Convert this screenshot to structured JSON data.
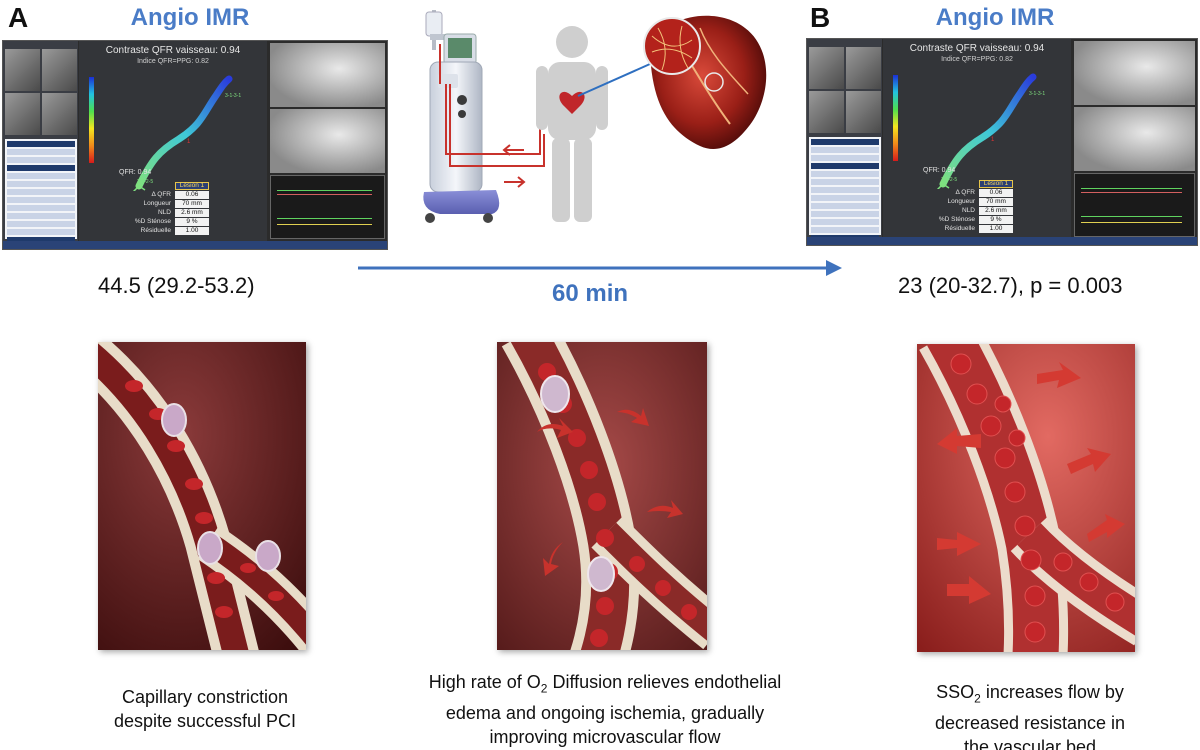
{
  "panels": {
    "a": {
      "letter": "A",
      "title": "Angio IMR",
      "value": "44.5 (29.2-53.2)"
    },
    "b": {
      "letter": "B",
      "title": "Angio IMR",
      "value": "23 (20-32.7), p = 0.003"
    }
  },
  "timeline": {
    "label": "60 min"
  },
  "qfr_screen": {
    "title": "Contraste QFR vaisseau: 0.94",
    "subtitle": "Indice QFR=PPG: 0.82",
    "qfr_readout": "QFR: 0.94",
    "lesion_header": "Lésion 1",
    "rows": [
      {
        "label": "Δ QFR",
        "value": "0.06"
      },
      {
        "label": "Longueur",
        "value": "70 mm"
      },
      {
        "label": "NLD",
        "value": "2.6 mm"
      },
      {
        "label": "%D Sténose",
        "value": "9 %"
      },
      {
        "label": "Résiduelle",
        "value": "1.00"
      }
    ]
  },
  "captions": {
    "left": [
      "Capillary constriction",
      "despite successful PCI"
    ],
    "middle": {
      "line1_pre": "High rate of O",
      "line1_sub": "2",
      "line1_post": " Diffusion relieves endothelial",
      "line2": "edema and ongoing ischemia, gradually",
      "line3": "improving microvascular flow"
    },
    "right": {
      "line1_pre": "SSO",
      "line1_sub": "2",
      "line1_post": "  increases flow by",
      "line2": "decreased resistance in",
      "line3": "the vascular bed"
    }
  },
  "colors": {
    "title_blue": "#4a7cc7",
    "arrow_blue": "#3f72bd",
    "tube_red": "#c8322c",
    "vessel_wall": "#e8dcc8",
    "rbc": "#c4262a"
  }
}
